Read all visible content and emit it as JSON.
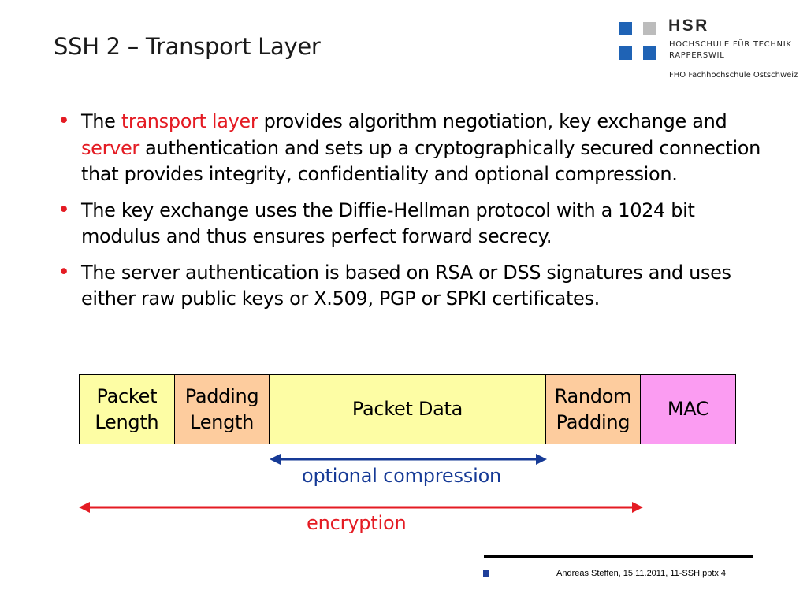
{
  "slide": {
    "title": "SSH 2 – Transport Layer"
  },
  "logo": {
    "name": "HSR",
    "line1": "HOCHSCHULE FÜR TECHNIK",
    "line2": "RAPPERSWIL",
    "line3": "FHO Fachhochschule Ostschweiz"
  },
  "bullets": [
    {
      "t1": "The ",
      "hl1": "transport layer",
      "t2": " provides algorithm negotiation, key exchange and ",
      "hl2": "server",
      "t3": " authentication and sets up a cryptographically secured connection that provides integrity, confidentiality and optional compression."
    },
    {
      "text": "The key exchange uses the Diffie-Hellman protocol with a 1024 bit modulus and thus ensures perfect forward secrecy."
    },
    {
      "text": "The server authentication is based on RSA or DSS signatures and uses either raw public keys or X.509, PGP or SPKI certificates."
    }
  ],
  "packet": {
    "fields": [
      {
        "line1": "Packet",
        "line2": "Length",
        "color": "#fdfda4"
      },
      {
        "line1": "Padding",
        "line2": "Length",
        "color": "#fdcc9e"
      },
      {
        "line1": "Packet Data",
        "line2": "",
        "color": "#fdfda4"
      },
      {
        "line1": "Random",
        "line2": "Padding",
        "color": "#fdcc9e"
      },
      {
        "line1": "MAC",
        "line2": "",
        "color": "#fb9cf2"
      }
    ]
  },
  "arrows": {
    "compression_label": "optional compression",
    "encryption_label": "encryption",
    "compression_color": "#163a96",
    "encryption_color": "#e41b23"
  },
  "footer": {
    "text": "Andreas Steffen, 15.11.2011, 11-SSH.pptx 4"
  }
}
